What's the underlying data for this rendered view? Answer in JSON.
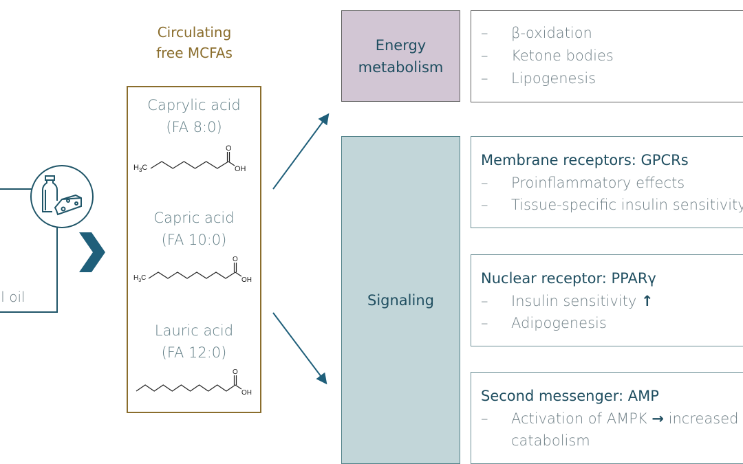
{
  "source": {
    "lines": [
      "l",
      "el oil"
    ],
    "icon": "milk-bottle-and-cheese-icon"
  },
  "circulating": {
    "title_line1": "Circulating",
    "title_line2": "free MCFAs",
    "acids": [
      {
        "name": "Caprylic acid",
        "notation": "(FA 8:0)",
        "structure_label_left": "H3C",
        "structure_label_right": "OH",
        "structure_top": "O",
        "carbons": 8
      },
      {
        "name": "Capric acid",
        "notation": "(FA 10:0)",
        "structure_label_left": "H3C",
        "structure_label_right": "OH",
        "structure_top": "O",
        "carbons": 10
      },
      {
        "name": "Lauric acid",
        "notation": "(FA 12:0)",
        "structure_label_left": "",
        "structure_label_right": "OH",
        "structure_top": "O",
        "carbons": 12
      }
    ]
  },
  "categories": {
    "energy_line1": "Energy",
    "energy_line2": "metabolism",
    "signaling": "Signaling"
  },
  "details": {
    "energy": {
      "dash": "–",
      "items": [
        "β-oxidation",
        "Ketone bodies",
        "Lipogenesis"
      ]
    },
    "membrane": {
      "title": "Membrane receptors: GPCRs",
      "items": [
        "Proinflammatory effects",
        "Tissue-specific insulin sensitivity"
      ]
    },
    "nuclear": {
      "title": "Nuclear receptor: PPARγ",
      "items": [
        "Insulin sensitivity",
        "Adipogenesis"
      ],
      "item0_arrow": "↑"
    },
    "second": {
      "title": "Second messenger: AMP",
      "item_prefix": "Activation of AMPK",
      "item_arrow": "→",
      "item_suffix": "increased",
      "item_line2": "catabolism"
    }
  },
  "colors": {
    "teal_dark": "#1f5568",
    "gold": "#8a6d2c",
    "energy_fill": "#d2c6d4",
    "signaling_fill": "#c2d6d9"
  }
}
